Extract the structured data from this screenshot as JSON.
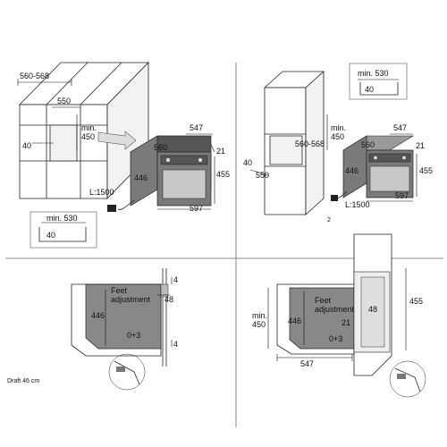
{
  "panels": {
    "top_left": {
      "cabinet_width": "560-568",
      "opening_depth": "550",
      "min_height": "min.",
      "min_height_value": "450",
      "front_offset": "40",
      "oven_depth": "547",
      "oven_inner_depth": "560",
      "top_gap": "21",
      "oven_height": "455",
      "oven_side": "446",
      "oven_width": "597",
      "cable": "L:1500",
      "inset_min": "min. 530",
      "inset_value": "40"
    },
    "top_right": {
      "inset_min": "min. 530",
      "inset_value": "40",
      "min_height": "min.",
      "min_height_value": "450",
      "cabinet_width": "560-568",
      "front_offset": "40",
      "opening_depth": "550",
      "oven_depth": "547",
      "oven_inner_depth": "560",
      "top_gap": "21",
      "oven_height": "455",
      "oven_side": "446",
      "oven_width": "597",
      "cable": "L:1500",
      "page_number": "2"
    },
    "bottom_left": {
      "top_gap": "4",
      "side_value": "48",
      "height": "446",
      "feet_line1": "Feet",
      "feet_line2": "adjustment",
      "feet_value": "0+3",
      "bottom_gap": "4",
      "footnote": "Draft 46 cm"
    },
    "bottom_right": {
      "height": "455",
      "min_height": "min.",
      "min_height_value": "450",
      "oven_height": "446",
      "feet_line1": "Feet",
      "feet_line2": "adjustment",
      "side_value": "48",
      "gap": "21",
      "feet_value": "0+3",
      "depth": "547"
    }
  }
}
